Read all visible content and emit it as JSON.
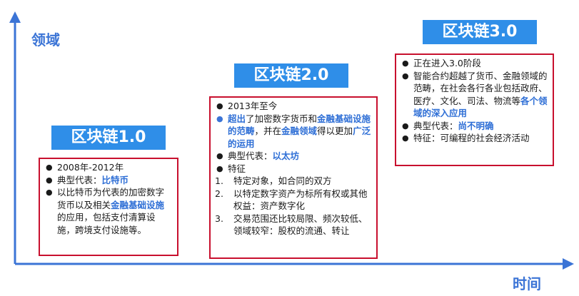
{
  "axis": {
    "y_label": "领域",
    "x_label": "时间"
  },
  "stages": [
    {
      "title": "区块链1.0",
      "items": [
        {
          "bullet": "●",
          "parts": [
            {
              "t": "2008年-2012年"
            }
          ]
        },
        {
          "bullet": "●",
          "parts": [
            {
              "t": "典型代表："
            },
            {
              "t": "比特币",
              "hl": true
            }
          ]
        },
        {
          "bullet": "●",
          "parts": [
            {
              "t": "以比特币为代表的加密数字货币以及相关"
            },
            {
              "t": "金融基础设施",
              "hl": true
            },
            {
              "t": "的应用，包括支付清算设施，跨境支付设施等。"
            }
          ]
        }
      ]
    },
    {
      "title": "区块链2.0",
      "items": [
        {
          "bullet": "●",
          "parts": [
            {
              "t": "2013年至今"
            }
          ]
        },
        {
          "bullet": "●",
          "blue": true,
          "parts": [
            {
              "t": "超出",
              "hl": true
            },
            {
              "t": "了加密数字货币和"
            },
            {
              "t": "金融基础设施的范畴",
              "hl": true
            },
            {
              "t": "，并在"
            },
            {
              "t": "金融领域",
              "hl": true
            },
            {
              "t": "得以更加"
            },
            {
              "t": "广泛的运用",
              "hl": true
            }
          ]
        },
        {
          "bullet": "●",
          "parts": [
            {
              "t": "典型代表："
            },
            {
              "t": "以太坊",
              "hl": true
            }
          ]
        },
        {
          "bullet": "●",
          "parts": [
            {
              "t": "特征"
            }
          ]
        },
        {
          "num": "1.",
          "parts": [
            {
              "t": "特定对象，如合同的双方"
            }
          ]
        },
        {
          "num": "2.",
          "parts": [
            {
              "t": "以特定数字资产为标所有权或其他权益：资产数字化"
            }
          ]
        },
        {
          "num": "3.",
          "parts": [
            {
              "t": "交易范围还比较局限、频次较低、领域较窄：股权的流通、转让"
            }
          ]
        }
      ]
    },
    {
      "title": "区块链3.0",
      "items": [
        {
          "bullet": "●",
          "parts": [
            {
              "t": "正在进入3.0阶段"
            }
          ]
        },
        {
          "bullet": "●",
          "parts": [
            {
              "t": "智能合约超越了货币、金融领域的范畴，在社会各行各业包括政府、医疗、文化、司法、物流等"
            },
            {
              "t": "各个领域的深入应用",
              "hl": true
            }
          ]
        },
        {
          "bullet": "●",
          "parts": [
            {
              "t": "典型代表："
            },
            {
              "t": "尚不明确",
              "hl": true
            }
          ]
        },
        {
          "bullet": "●",
          "parts": [
            {
              "t": "特征：可编程的社会经济活动"
            }
          ]
        }
      ]
    }
  ],
  "colors": {
    "axis": "#3b74d6",
    "title_bg": "#2f8ee8",
    "card_border": "#c8102e",
    "highlight": "#2f6fd6"
  }
}
